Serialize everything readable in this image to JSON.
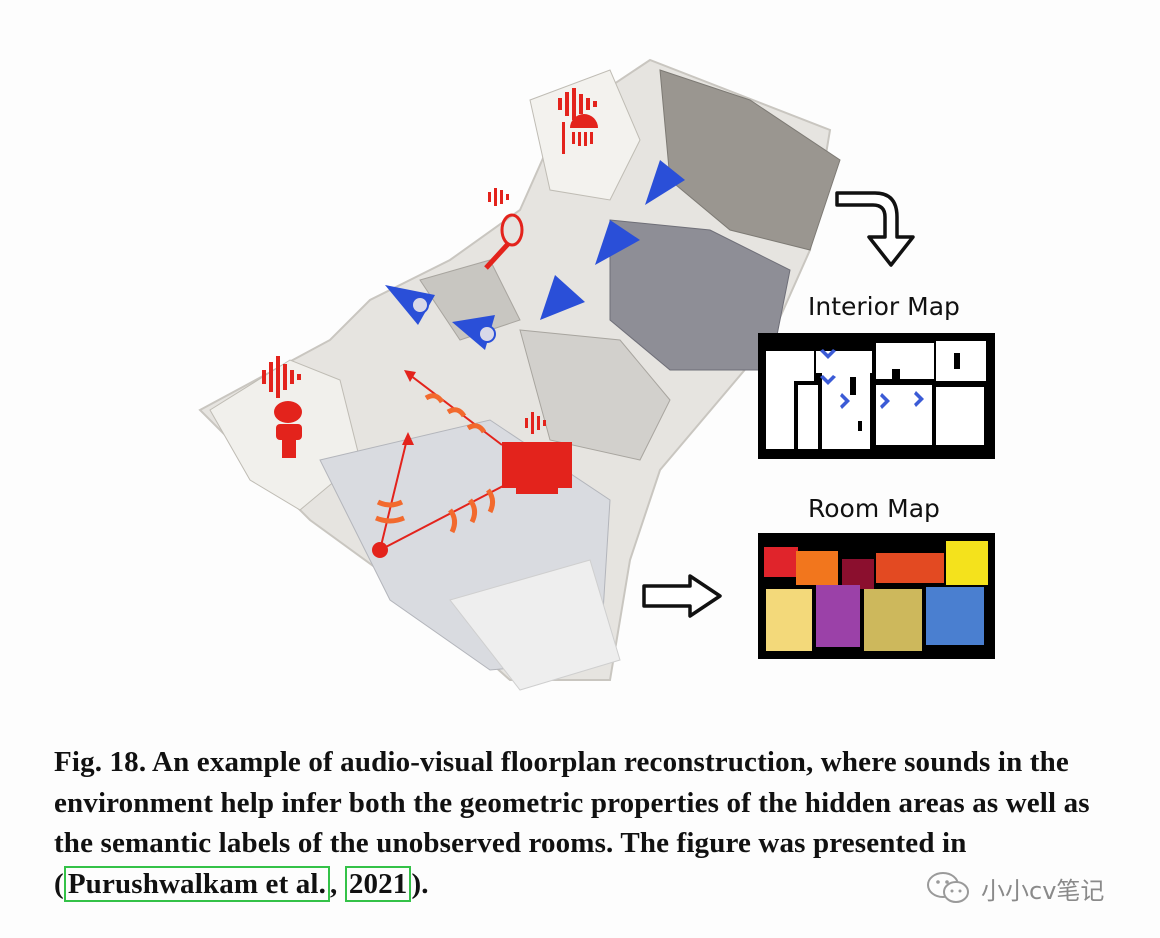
{
  "figure": {
    "interior_map_title": "Interior Map",
    "room_map_title": "Room Map",
    "room_map_colors": [
      "#e0242b",
      "#f2761d",
      "#8b0f2e",
      "#e34a22",
      "#f4e21c",
      "#f3d97a",
      "#9b41a8",
      "#cdb85c",
      "#4a7fd0"
    ],
    "accent_blue": "#2a4fd8",
    "accent_red": "#e3231c"
  },
  "caption": {
    "prefix": "Fig. 18. An example of audio-visual floorplan reconstruction, where sounds in the environment help infer both the geometric properties of the hidden areas as well as the semantic labels of the unobserved rooms. The figure was presented in (",
    "cite_authors": "Purushwalkam et al.",
    "cite_sep": ", ",
    "cite_year": "2021",
    "suffix": ")."
  },
  "watermark": {
    "text": "小小cv笔记",
    "icon": "wechat-icon"
  }
}
